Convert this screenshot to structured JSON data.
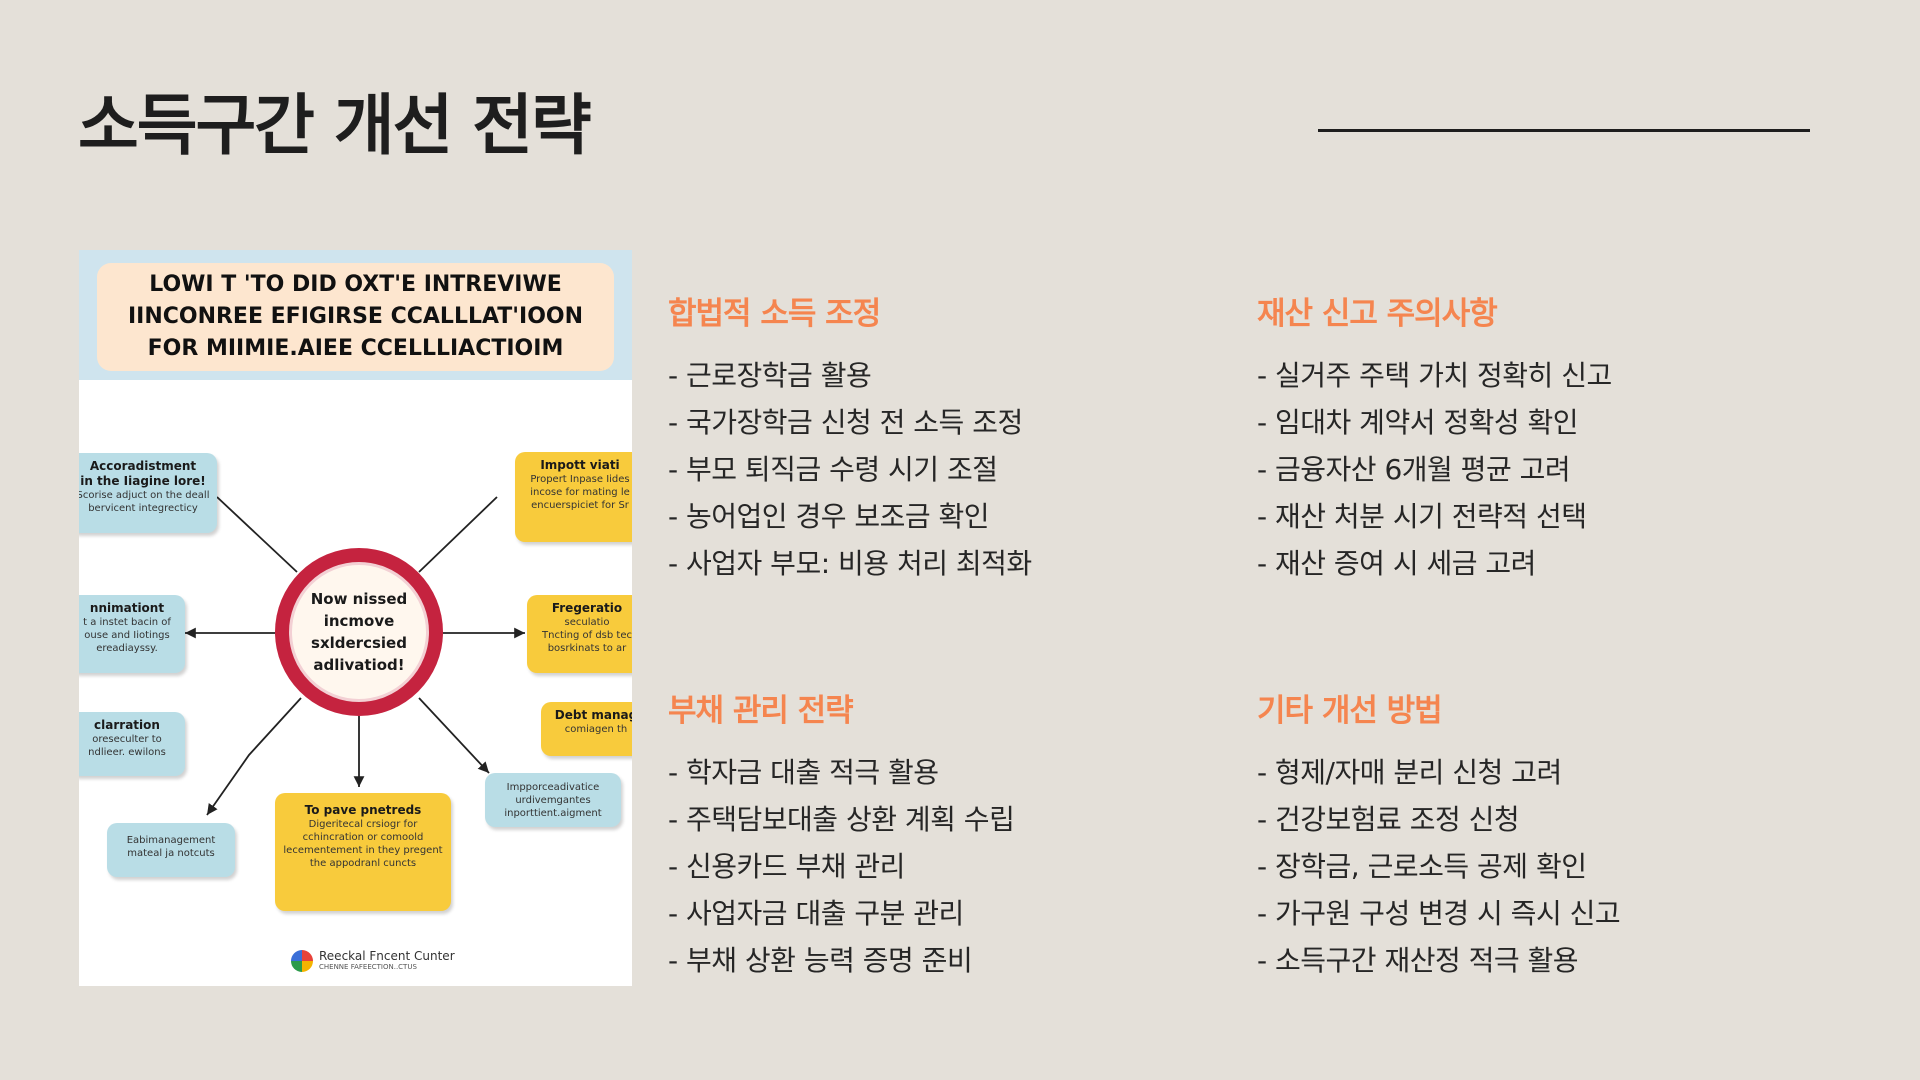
{
  "page": {
    "title": "소득구간 개선 전략",
    "accent_color": "#f5854f",
    "background_color": "#e4e0d9"
  },
  "figure": {
    "banner": [
      "LOWI T 'TO DID OXT'E INTREVIWE",
      "IINCONREE EFIGIRSE CCALLLAT'IOON",
      "FOR MIIMIE.AIEE CCELLLIACTIOIM"
    ],
    "hub": [
      "Now nissed",
      "incmove",
      "sxldercsied",
      "adlivatiod!"
    ],
    "boxes": [
      {
        "heading": [
          "Accoradistment",
          "in the Iiagine lore!"
        ],
        "text": [
          "Scorise adjuct on the deall",
          "bervicent integrecticy"
        ]
      },
      {
        "heading": [
          "Impott viati"
        ],
        "text": [
          "Propert Inpase Iides",
          "incose for mating le",
          "encuerspiciet for Sr"
        ]
      },
      {
        "heading": [
          "nnimationt"
        ],
        "text": [
          "t a instet bacin of",
          "ouse and Iiotings",
          "ereadiayssy."
        ]
      },
      {
        "heading": [
          "Fregeratio"
        ],
        "text": [
          "seculatio",
          "Tncting of dsb tec",
          "bosrkinats to ar"
        ]
      },
      {
        "heading": [
          "clarration"
        ],
        "text": [
          "oreseculter to",
          "ndlieer. ewilons"
        ]
      },
      {
        "heading": [
          "Debt manag"
        ],
        "text": [
          "comiagen th"
        ]
      },
      {
        "heading": [],
        "text": [
          "Impporceadivatice",
          "urdivemgantes",
          "inporttient.aigment"
        ]
      },
      {
        "heading": [
          "To pave pnetreds"
        ],
        "text": [
          "Digeritecal crsiogr for",
          "cchincration or comoold",
          "lecementement in they pregent",
          "the appodranl cuncts"
        ]
      },
      {
        "heading": [],
        "text": [
          "Eabimanagement",
          "mateal ja notcuts"
        ]
      }
    ],
    "footer": {
      "name": "Reeckal Fncent Cunter",
      "sub": "CHENNE FAFEECTION..CTUS"
    }
  },
  "sections": [
    {
      "heading": "합법적 소득 조정",
      "items": [
        "- 근로장학금 활용",
        "- 국가장학금 신청 전 소득 조정",
        "- 부모 퇴직금 수령 시기 조절",
        "- 농어업인 경우 보조금 확인",
        "- 사업자 부모: 비용 처리 최적화"
      ]
    },
    {
      "heading": "재산 신고 주의사항",
      "items": [
        "- 실거주 주택 가치 정확히 신고",
        "- 임대차 계약서 정확성 확인",
        "- 금융자산 6개월 평균 고려",
        "- 재산 처분 시기 전략적 선택",
        "- 재산 증여 시 세금 고려"
      ]
    },
    {
      "heading": "부채 관리 전략",
      "items": [
        "- 학자금 대출 적극 활용",
        "- 주택담보대출 상환 계획 수립",
        "- 신용카드 부채 관리",
        "- 사업자금 대출 구분 관리",
        "- 부채 상환 능력 증명 준비"
      ]
    },
    {
      "heading": "기타 개선 방법",
      "items": [
        "- 형제/자매 분리 신청 고려",
        "- 건강보험료 조정 신청",
        "- 장학금, 근로소득 공제 확인",
        "- 가구원 구성 변경 시 즉시 신고",
        "- 소득구간 재산정 적극 활용"
      ]
    }
  ]
}
